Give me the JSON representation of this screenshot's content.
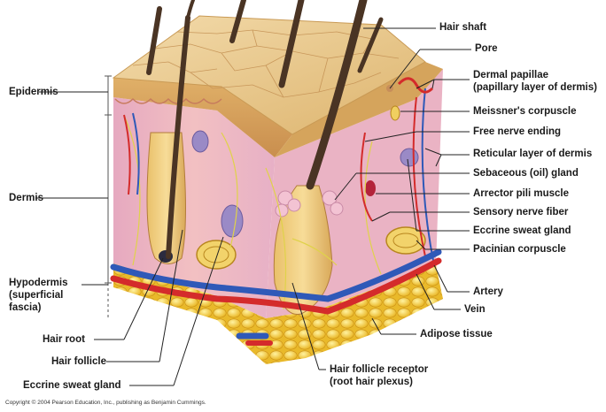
{
  "labels": {
    "hair_shaft": "Hair shaft",
    "pore": "Pore",
    "dermal_papillae": "Dermal papillae",
    "dermal_papillae_sub": "(papillary layer of dermis)",
    "meissners_corpuscle": "Meissner's corpuscle",
    "free_nerve_ending": "Free nerve ending",
    "reticular_layer": "Reticular layer of dermis",
    "sebaceous_gland": "Sebaceous (oil) gland",
    "arrector_pili": "Arrector pili muscle",
    "sensory_nerve": "Sensory nerve fiber",
    "eccrine_sweat_gland_right": "Eccrine sweat gland",
    "pacinian_corpuscle": "Pacinian corpuscle",
    "artery": "Artery",
    "vein": "Vein",
    "adipose_tissue": "Adipose tissue",
    "hair_follicle_receptor": "Hair follicle receptor",
    "hair_follicle_receptor_sub": "(root hair plexus)",
    "epidermis": "Epidermis",
    "dermis": "Dermis",
    "hypodermis": "Hypodermis",
    "hypodermis_sub1": "(superficial",
    "hypodermis_sub2": "fascia)",
    "hair_root": "Hair root",
    "hair_follicle": "Hair follicle",
    "eccrine_sweat_gland_left": "Eccrine sweat gland"
  },
  "copyright": "Copyright © 2004 Pearson Education, Inc., publishing as Benjamin Cummings.",
  "colors": {
    "epidermis_top": "#e9c98e",
    "dermis": "#f1bfc0",
    "adipose": "#f2cf3c",
    "artery": "#d42b2b",
    "vein": "#2f59b8",
    "hair": "#4a3424",
    "nerve": "#e0d24a"
  }
}
